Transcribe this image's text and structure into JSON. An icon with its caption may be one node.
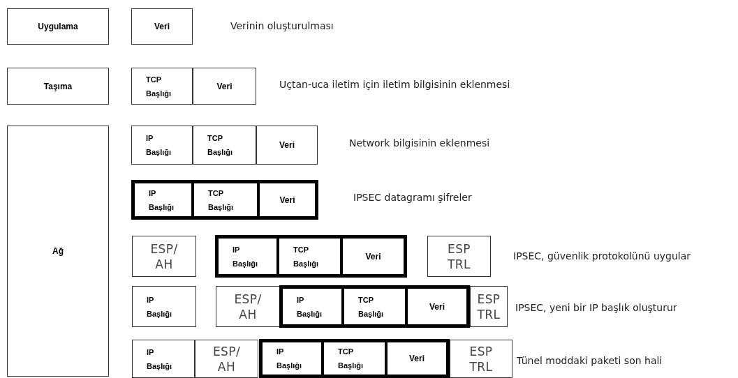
{
  "diagram": {
    "nodes": [
      {
        "text": [
          "Uygulama"
        ]
      },
      {
        "text": [
          "Veri"
        ]
      },
      {
        "text": [
          "Taşıma"
        ]
      },
      {
        "text": [
          "TCP Başlığı"
        ]
      },
      {
        "text": [
          "Veri"
        ]
      },
      {
        "text": [
          "Ağ"
        ]
      },
      {
        "text": [
          "IP Başlığı"
        ]
      },
      {
        "text": [
          "TCP Başlığı"
        ]
      },
      {
        "text": [
          "Veri"
        ]
      },
      {
        "text": [],
        "shape": "box"
      },
      {
        "text": [
          "IP Başlığı"
        ],
        "in": 9
      },
      {
        "text": [
          "TCP Başlığı"
        ],
        "in": 9
      },
      {
        "text": [
          "Veri"
        ],
        "in": 9
      },
      {
        "text": [
          "ESP/ AH"
        ]
      },
      {
        "text": [],
        "shape": "box"
      },
      {
        "text": [
          "IP Başlığı"
        ],
        "in": 14
      },
      {
        "text": [
          "TCP Başlığı"
        ],
        "in": 14
      },
      {
        "text": [
          "Veri"
        ],
        "in": 14
      },
      {
        "text": [
          "ESP TRL"
        ]
      },
      {
        "text": [
          "IP Başlığı"
        ]
      },
      {
        "text": [
          "ESP/ AH"
        ]
      },
      {
        "text": [],
        "shape": "box"
      },
      {
        "text": [
          "IP Başlığı"
        ],
        "in": 21
      },
      {
        "text": [
          "TCP Başlığı"
        ],
        "in": 21
      },
      {
        "text": [
          "Veri"
        ],
        "in": 21
      },
      {
        "text": [
          "ESP TRL"
        ]
      },
      {
        "text": [
          "IP Başlığı"
        ]
      },
      {
        "text": [
          "ESP/ AH"
        ]
      },
      {
        "text": [],
        "shape": "box"
      },
      {
        "text": [
          "IP Başlığı"
        ],
        "in": 28
      },
      {
        "text": [
          "TCP Başlığı"
        ],
        "in": 28
      },
      {
        "text": [
          "Veri"
        ],
        "in": 28
      },
      {
        "text": [
          "ESP TRL"
        ]
      }
    ],
    "edges": [],
    "labels": [
      "Verinin oluşturulması",
      "Uçtan-uca iletim için iletim bilgisinin eklenmesi",
      "Network bilgisinin eklenmesi",
      "IPSEC datagramı şifreler",
      "IPSEC, güvenlik protokolünü uygular",
      "IPSEC, yeni bir IP başlık oluşturur",
      "Tünel moddaki paketi son hali"
    ]
  }
}
